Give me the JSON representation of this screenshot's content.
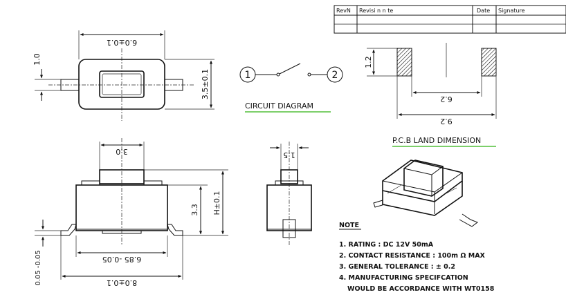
{
  "revision_table": {
    "headers": [
      "RevN",
      "Revisi n n te",
      "Date",
      "Signature"
    ]
  },
  "dimensions": {
    "top_width": "6.0±0.1",
    "top_height": "3.5±0.1",
    "terminal_width": "1.0",
    "side_top_width": "3.0",
    "side_body_height": "3.3",
    "side_total_height": "H±0.1",
    "side_base_width": "6.85 -0.05",
    "side_overall_width": "8.0±0.1",
    "side_lead_thickness": "0.05 -0.05",
    "end_top_width": "1.5",
    "pad_height": "1.2",
    "pad_inner_spacing": "6.2",
    "pad_outer_spacing": "9.2"
  },
  "circuit": {
    "title": "CIRCUIT DIAGRAM",
    "node_1": "1",
    "node_2": "2"
  },
  "pcb": {
    "title": "P.C.B LAND DIMENSION"
  },
  "notes": {
    "heading": "NOTE",
    "items": [
      "1. RATING : DC 12V 50mA",
      "2. CONTACT RESISTANCE : 100m  Ω MAX",
      "3. GENERAL TOLERANCE : ± 0.2",
      "4. MANUFACTURING SPECIFCATION",
      "WOULD BE ACCORDANCE WITH WT0158"
    ]
  }
}
